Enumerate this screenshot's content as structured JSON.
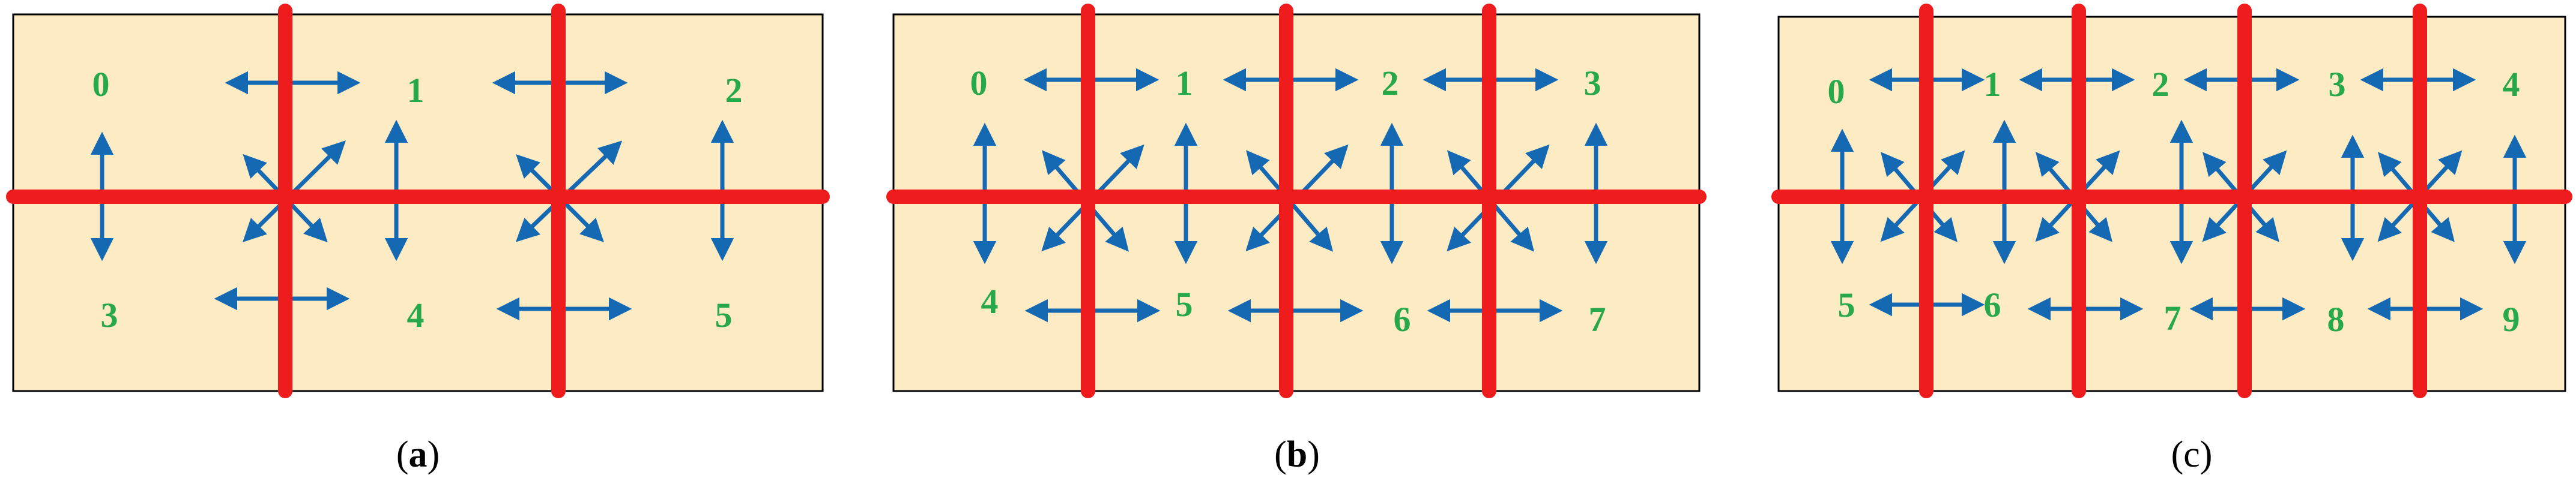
{
  "colors": {
    "background": "#ffffff",
    "panel_fill": "#fdebc4",
    "panel_border": "#000000",
    "divider": "#ee1c1c",
    "arrow": "#1569b3",
    "number": "#27a84a",
    "caption": "#000000"
  },
  "icons": {
    "double_arrow": "double-headed-arrow-icon",
    "cross_arrows": "cross-diagonal-arrows-icon"
  },
  "panels": [
    {
      "id": "a",
      "caption": {
        "open": "(",
        "letter": "a",
        "close": ")"
      },
      "cols": 3,
      "rows": 2,
      "numbers": [
        "0",
        "1",
        "2",
        "3",
        "4",
        "5"
      ]
    },
    {
      "id": "b",
      "caption": {
        "open": "(",
        "letter": "b",
        "close": ")"
      },
      "cols": 4,
      "rows": 2,
      "numbers": [
        "0",
        "1",
        "2",
        "3",
        "4",
        "5",
        "6",
        "7"
      ]
    },
    {
      "id": "c",
      "caption": {
        "open": "(",
        "letter": "c",
        "close": ")"
      },
      "cols": 5,
      "rows": 2,
      "numbers": [
        "0",
        "1",
        "2",
        "3",
        "4",
        "5",
        "6",
        "7",
        "8",
        "9"
      ]
    }
  ]
}
